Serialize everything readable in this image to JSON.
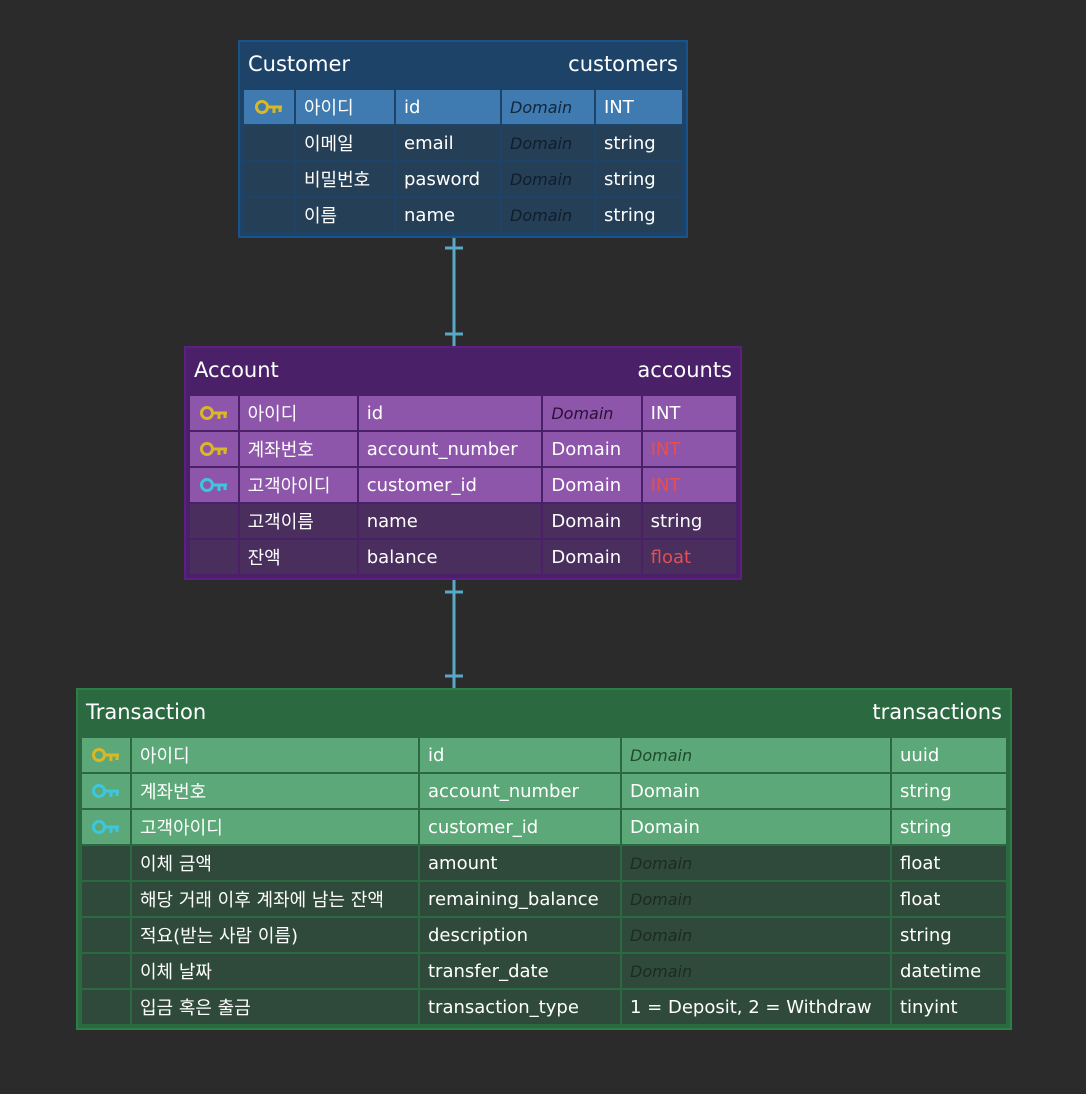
{
  "colors": {
    "background": "#2b2b2b",
    "connector": "#5aa9c4",
    "pk_key_icon": "#d9b826",
    "fk_key_icon": "#3fc6df",
    "type_error": "#e25050"
  },
  "entities": {
    "customer": {
      "name": "Customer",
      "table": "customers",
      "rows": [
        {
          "key": "pk",
          "label": "아이디",
          "column": "id",
          "domain": "Domain",
          "domain_italic": true,
          "type": "INT",
          "type_color": "normal"
        },
        {
          "key": "",
          "label": "이메일",
          "column": "email",
          "domain": "Domain",
          "domain_italic": true,
          "type": "string",
          "type_color": "normal"
        },
        {
          "key": "",
          "label": "비밀번호",
          "column": "pasword",
          "domain": "Domain",
          "domain_italic": true,
          "type": "string",
          "type_color": "normal"
        },
        {
          "key": "",
          "label": "이름",
          "column": "name",
          "domain": "Domain",
          "domain_italic": true,
          "type": "string",
          "type_color": "normal"
        }
      ]
    },
    "account": {
      "name": "Account",
      "table": "accounts",
      "rows": [
        {
          "key": "pk",
          "label": "아이디",
          "column": "id",
          "domain": "Domain",
          "domain_italic": true,
          "type": "INT",
          "type_color": "normal"
        },
        {
          "key": "pk",
          "label": "계좌번호",
          "column": "account_number",
          "domain": "Domain",
          "domain_italic": false,
          "type": "INT",
          "type_color": "error"
        },
        {
          "key": "fk",
          "label": "고객아이디",
          "column": "customer_id",
          "domain": "Domain",
          "domain_italic": false,
          "type": "INT",
          "type_color": "error"
        },
        {
          "key": "",
          "label": "고객이름",
          "column": "name",
          "domain": "Domain",
          "domain_italic": false,
          "type": "string",
          "type_color": "normal"
        },
        {
          "key": "",
          "label": "잔액",
          "column": "balance",
          "domain": "Domain",
          "domain_italic": false,
          "type": "float",
          "type_color": "error"
        }
      ]
    },
    "transaction": {
      "name": "Transaction",
      "table": "transactions",
      "rows": [
        {
          "key": "pk",
          "label": "아이디",
          "column": "id",
          "domain": "Domain",
          "domain_italic": true,
          "type": "uuid",
          "type_color": "normal"
        },
        {
          "key": "fk",
          "label": "계좌번호",
          "column": "account_number",
          "domain": "Domain",
          "domain_italic": false,
          "type": "string",
          "type_color": "normal"
        },
        {
          "key": "fk",
          "label": "고객아이디",
          "column": "customer_id",
          "domain": "Domain",
          "domain_italic": false,
          "type": "string",
          "type_color": "normal"
        },
        {
          "key": "",
          "label": "이체 금액",
          "column": "amount",
          "domain": "Domain",
          "domain_italic": true,
          "type": "float",
          "type_color": "normal"
        },
        {
          "key": "",
          "label": "해당 거래 이후 계좌에 남는 잔액",
          "column": "remaining_balance",
          "domain": "Domain",
          "domain_italic": true,
          "type": "float",
          "type_color": "normal"
        },
        {
          "key": "",
          "label": "적요(받는 사람 이름)",
          "column": "description",
          "domain": "Domain",
          "domain_italic": true,
          "type": "string",
          "type_color": "normal"
        },
        {
          "key": "",
          "label": "이체 날짜",
          "column": "transfer_date",
          "domain": "Domain",
          "domain_italic": true,
          "type": "datetime",
          "type_color": "normal"
        },
        {
          "key": "",
          "label": "입금 혹은 출금",
          "column": "transaction_type",
          "domain": "1 = Deposit, 2 = Withdraw",
          "domain_italic": false,
          "type": "tinyint",
          "type_color": "normal"
        }
      ]
    }
  }
}
